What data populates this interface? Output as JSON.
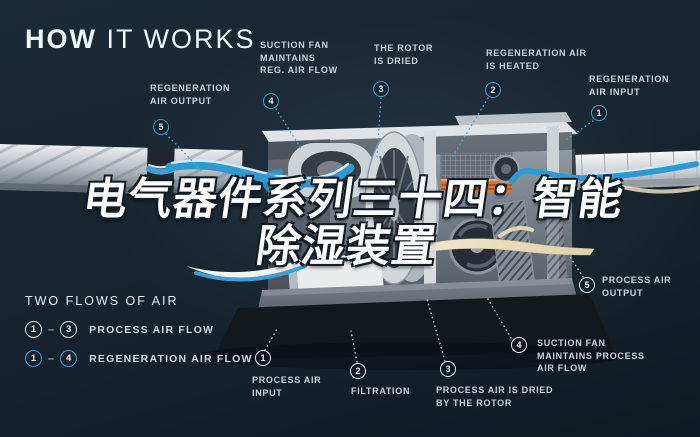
{
  "colors": {
    "background": "#16222d",
    "accent_blue": "#3f9fd4",
    "label_text": "#c9d2d9",
    "title_text": "#f2f6f8",
    "overlay_text": "#ffffff",
    "orange_heater": "#dd7430",
    "cream_flow": "#e9dfc0"
  },
  "header": {
    "title_bold": "HOW",
    "title_light": " IT WORKS"
  },
  "overlay": {
    "line1": "电气器件系列三十四：智能",
    "line2": "除湿装置"
  },
  "regeneration_steps": [
    {
      "num": "5",
      "label": "REGENERATION\nAIR OUTPUT"
    },
    {
      "num": "4",
      "label": "SUCTION FAN\nMAINTAINS\nREG. AIR FLOW"
    },
    {
      "num": "3",
      "label": "THE ROTOR\nIS DRIED"
    },
    {
      "num": "2",
      "label": "REGENERATION AIR\nIS HEATED"
    },
    {
      "num": "1",
      "label": "REGENERATION\nAIR INPUT"
    }
  ],
  "process_steps": [
    {
      "num": "1",
      "label": "PROCESS AIR\nINPUT"
    },
    {
      "num": "2",
      "label": "FILTRATION"
    },
    {
      "num": "3",
      "label": "PROCESS AIR IS DRIED\nBY THE ROTOR"
    },
    {
      "num": "4",
      "label": "SUCTION FAN\nMAINTAINS PROCESS\nAIR FLOW"
    },
    {
      "num": "5",
      "label": "PROCESS AIR\nOUTPUT"
    }
  ],
  "legend": {
    "heading": "TWO FLOWS OF AIR",
    "rows": [
      {
        "start": "1",
        "dash": "–",
        "end": "3",
        "label": "PROCESS AIR FLOW",
        "circle_style": "white"
      },
      {
        "start": "1",
        "dash": "–",
        "end": "4",
        "label": "REGENERATION AIR FLOW",
        "circle_style": "blue"
      }
    ]
  }
}
